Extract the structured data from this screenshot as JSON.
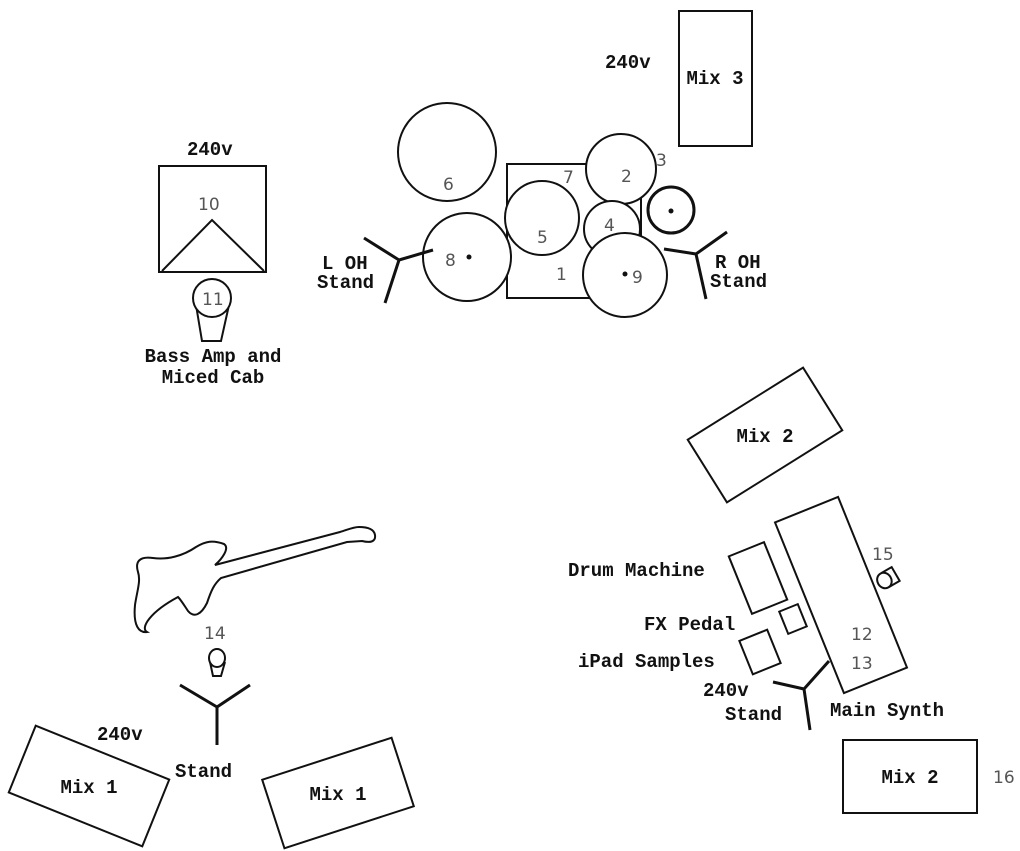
{
  "drum_kit": {
    "kick_number": "1",
    "tom_2": "2",
    "floor_3": "3",
    "tom_4": "4",
    "snare_5": "5",
    "cymbal_6": "6",
    "kit_7": "7",
    "hihat_8": "8",
    "cymbal_9": "9",
    "l_oh_line1": "L OH",
    "l_oh_line2": "Stand",
    "r_oh_line1": "R OH",
    "r_oh_line2": "Stand"
  },
  "mix3": {
    "label": "Mix 3",
    "power": "240v"
  },
  "bass": {
    "power": "240v",
    "amp_number": "10",
    "mic_number": "11",
    "caption_line1": "Bass Amp and",
    "caption_line2": "Miced Cab"
  },
  "guitar_area": {
    "mic_number": "14",
    "stand_label": "Stand",
    "power": "240v",
    "mix1_left": "Mix 1",
    "mix1_right": "Mix 1"
  },
  "keys_area": {
    "mix2_top": "Mix 2",
    "mic_number": "15",
    "synth_num_12": "12",
    "synth_num_13": "13",
    "drum_machine": "Drum Machine",
    "fx_pedal": "FX Pedal",
    "ipad_samples": "iPad Samples",
    "power": "240v",
    "stand_label": "Stand",
    "main_synth": "Main Synth",
    "mix2_bottom": "Mix 2",
    "mix2_number": "16"
  }
}
